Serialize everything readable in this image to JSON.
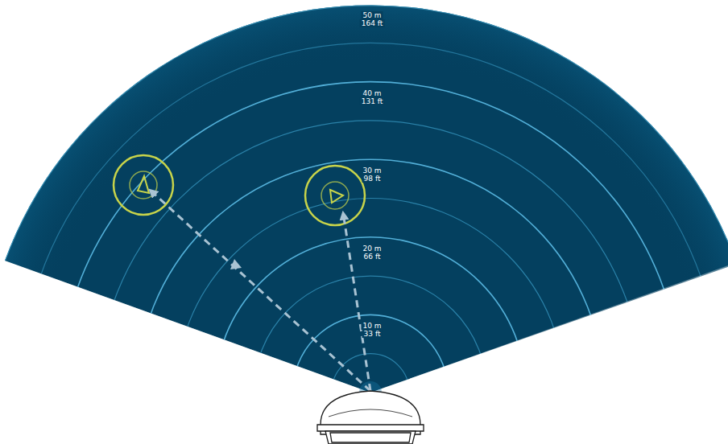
{
  "diagram": {
    "labels": [
      "50 m",
      "164 ft",
      "40 m",
      "131 ft",
      "30 m",
      "98 ft",
      "20 m",
      "66 ft",
      "10 m",
      "33 ft"
    ]
  }
}
